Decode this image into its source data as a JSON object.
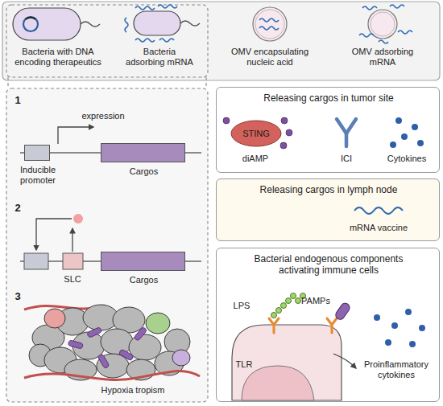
{
  "diagram": {
    "nodes": [
      {
        "text": [
          "Inducible promoter"
        ]
      },
      {
        "text": [
          "Cargos"
        ]
      },
      {
        "text": [
          "Cargos"
        ]
      },
      {
        "text": [
          "Releasing cargos in tumor site"
        ]
      },
      {
        "text": [
          "STING"
        ],
        "in": 3
      },
      {
        "text": [
          "Releasing cargos in lymph node"
        ]
      },
      {
        "text": [
          "Bacterial endogenous components activating immune cells"
        ]
      }
    ],
    "labels": [
      "Bacteria with DNA encoding therapeutics",
      "Bacteria adsorbing mRNA",
      "OMV encapsulating nucleic acid",
      "OMV adsorbing mRNA",
      "1",
      "expression",
      "2",
      "SLC",
      "3",
      "Hypoxia tropism",
      "diAMP",
      "ICI",
      "Cytokines",
      "mRNA vaccine",
      "LPS",
      "TLR",
      "PAMPs",
      "Proinflammatory cytokines"
    ]
  }
}
